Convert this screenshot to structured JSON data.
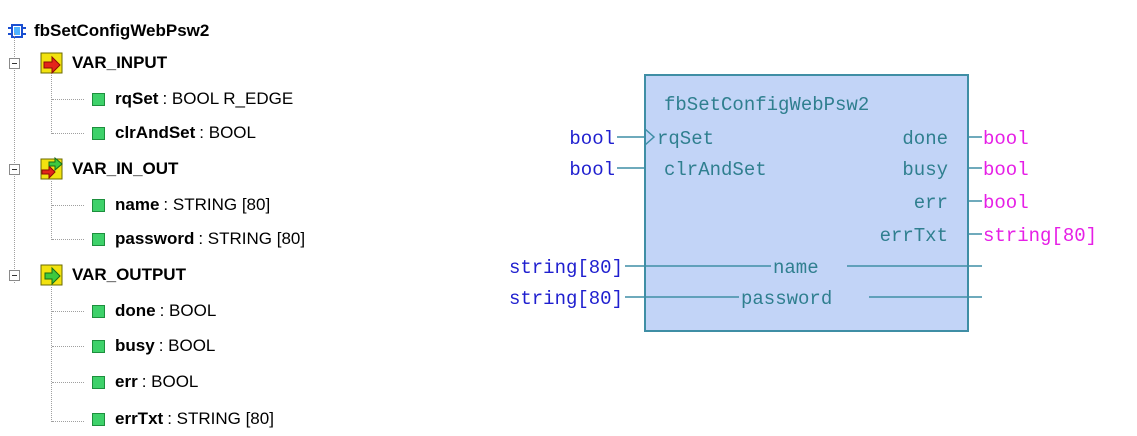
{
  "tree": {
    "root": "fbSetConfigWebPsw2",
    "groups": [
      {
        "label": "VAR_INPUT",
        "icon": "var-input-icon",
        "items": [
          {
            "name": "rqSet",
            "type": ": BOOL R_EDGE"
          },
          {
            "name": "clrAndSet",
            "type": ": BOOL"
          }
        ]
      },
      {
        "label": "VAR_IN_OUT",
        "icon": "var-in-out-icon",
        "items": [
          {
            "name": "name",
            "type": ": STRING [80]"
          },
          {
            "name": "password",
            "type": ": STRING [80]"
          }
        ]
      },
      {
        "label": "VAR_OUTPUT",
        "icon": "var-output-icon",
        "items": [
          {
            "name": "done",
            "type": ": BOOL"
          },
          {
            "name": "busy",
            "type": ": BOOL"
          },
          {
            "name": "err",
            "type": ": BOOL"
          },
          {
            "name": "errTxt",
            "type": ": STRING [80]"
          }
        ]
      }
    ]
  },
  "block": {
    "title": "fbSetConfigWebPsw2",
    "inputs": [
      {
        "pin": "rqSet",
        "type": "bool"
      },
      {
        "pin": "clrAndSet",
        "type": "bool"
      }
    ],
    "outputs": [
      {
        "pin": "done",
        "type": "bool"
      },
      {
        "pin": "busy",
        "type": "bool"
      },
      {
        "pin": "err",
        "type": "bool"
      },
      {
        "pin": "errTxt",
        "type": "string[80]"
      }
    ],
    "inouts": [
      {
        "pin": "name",
        "type": "string[80]"
      },
      {
        "pin": "password",
        "type": "string[80]"
      }
    ]
  },
  "colors": {
    "block_fill": "#c2d4f7",
    "block_border": "#3f8ea5",
    "pin_text": "#2f7f8f",
    "input_type": "#1f1fcf",
    "output_type": "#e61fe6",
    "folder_red": "#e4241b",
    "folder_yellow": "#f2e20f",
    "folder_green": "#3ec93e",
    "leaf_green": "#3ed16a"
  }
}
